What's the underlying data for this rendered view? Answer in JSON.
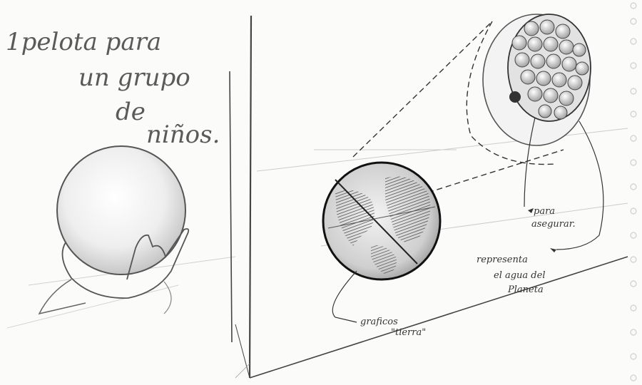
{
  "sketch": {
    "title_lines": [
      "1pelota para",
      "un grupo",
      "de",
      "niños."
    ],
    "labels": {
      "para_asegurar": [
        "para",
        "asegurar."
      ],
      "agua": [
        "representa",
        "el agua del",
        "Planeta"
      ],
      "graficos": [
        "graficos",
        "\"tierra\""
      ]
    }
  }
}
